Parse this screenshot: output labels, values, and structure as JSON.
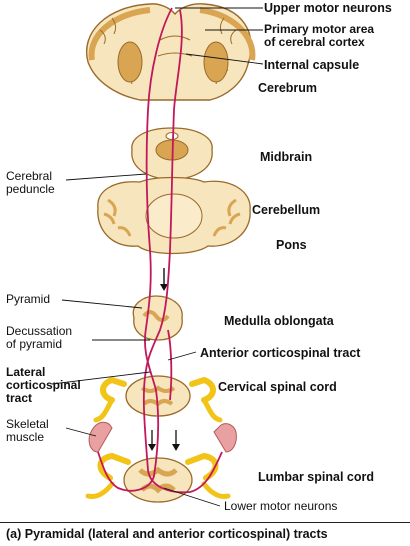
{
  "colors": {
    "white_matter": "#f7e6bd",
    "gray_matter": "#d9a552",
    "outline": "#9a6a2a",
    "tract": "#c2185b",
    "muscle": "#e8a0a0",
    "nerve_yellow": "#f2c418"
  },
  "labels": {
    "upper_motor_neurons": "Upper motor neurons",
    "primary_motor_area_line1": "Primary motor area",
    "primary_motor_area_line2": "of cerebral cortex",
    "internal_capsule": "Internal capsule",
    "cerebral_peduncle_line1": "Cerebral",
    "cerebral_peduncle_line2": "peduncle",
    "pyramid": "Pyramid",
    "decussation_line1": "Decussation",
    "decussation_line2": "of pyramid",
    "lateral_line1": "Lateral",
    "lateral_line2": "corticospinal",
    "lateral_line3": "tract",
    "skeletal_line1": "Skeletal",
    "skeletal_line2": "muscle",
    "anterior_tract": "Anterior corticospinal tract",
    "lower_motor_neurons": "Lower motor neurons"
  },
  "regions": {
    "cerebrum": "Cerebrum",
    "midbrain": "Midbrain",
    "cerebellum": "Cerebellum",
    "pons": "Pons",
    "medulla": "Medulla oblongata",
    "cervical": "Cervical spinal cord",
    "lumbar": "Lumbar spinal cord"
  },
  "caption": "(a) Pyramidal (lateral and anterior corticospinal) tracts"
}
